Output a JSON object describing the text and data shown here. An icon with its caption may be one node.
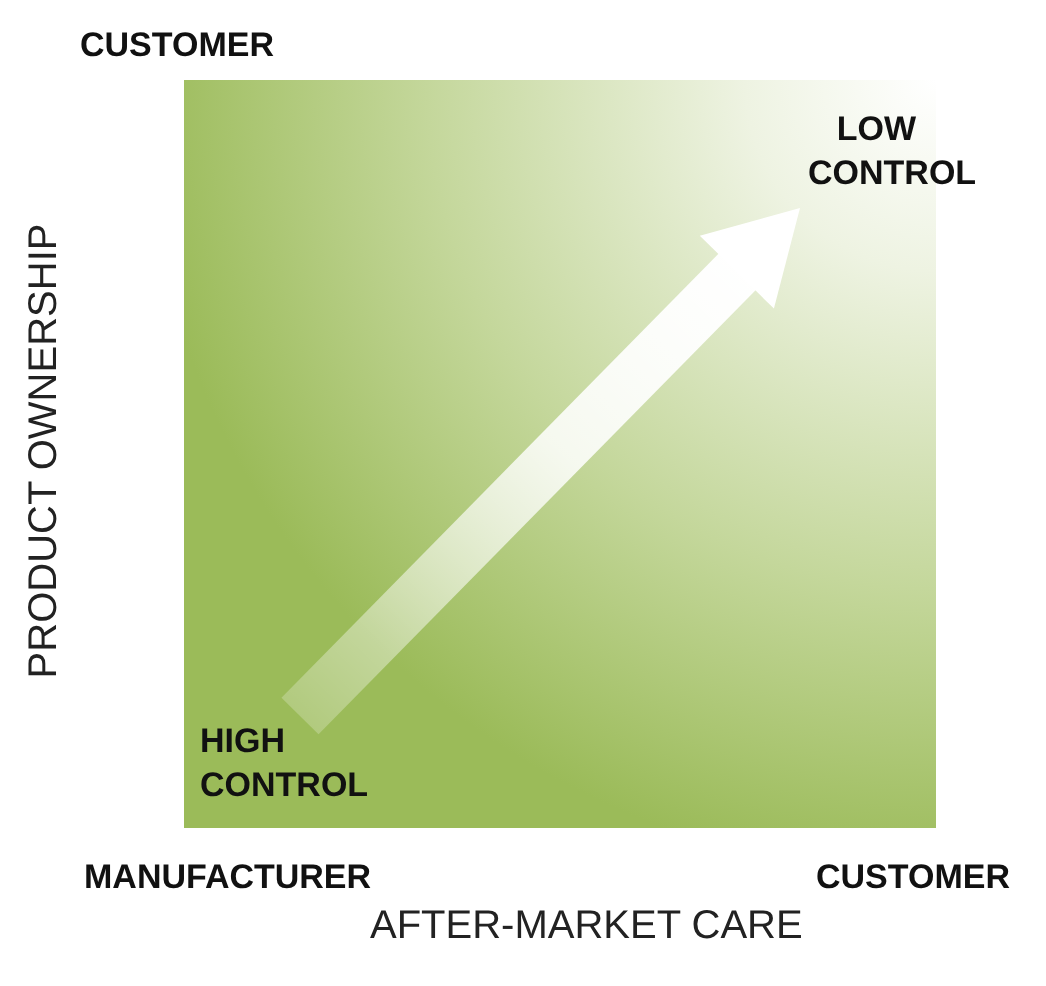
{
  "diagram": {
    "nodes": [
      {
        "text": [
          "HIGH CONTROL"
        ]
      },
      {
        "text": [
          "LOW CONTROL"
        ]
      }
    ],
    "edges": [
      {
        "from": 0,
        "to": 1,
        "arrow": "to"
      }
    ],
    "labels": [
      "CUSTOMER",
      "PRODUCT OWNERSHIP",
      "MANUFACTURER",
      "CUSTOMER",
      "AFTER-MARKET CARE"
    ]
  }
}
